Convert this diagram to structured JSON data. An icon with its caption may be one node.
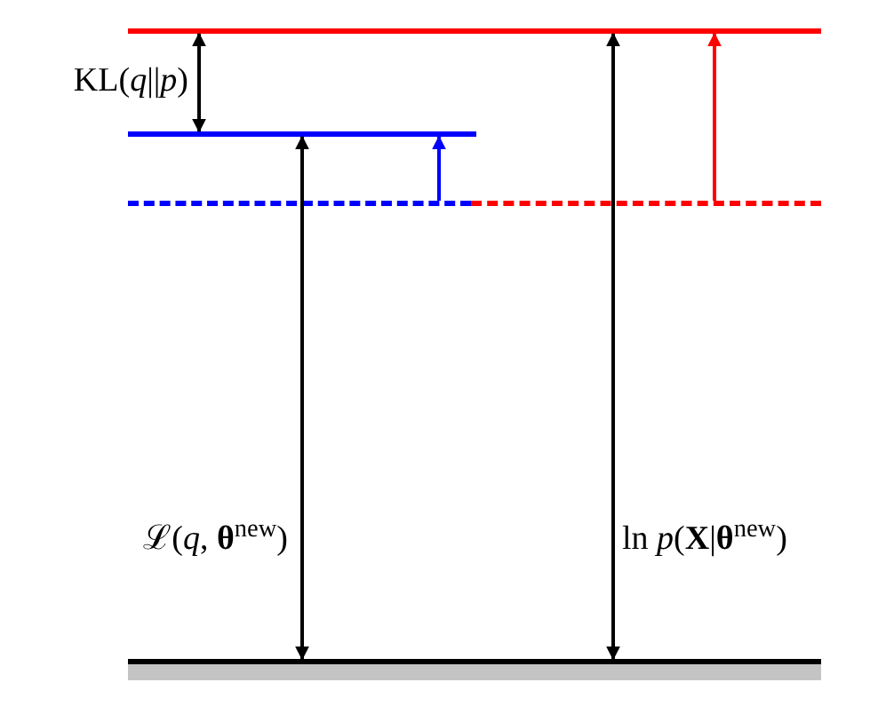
{
  "diagram": {
    "nodes": [
      {
        "text": [],
        "shape": "line"
      },
      {
        "text": [],
        "shape": "line"
      },
      {
        "text": [],
        "shape": "line"
      },
      {
        "text": [],
        "shape": "line"
      },
      {
        "text": [],
        "shape": "bar"
      }
    ],
    "edges": [
      {
        "from": 1,
        "to": 0,
        "arrow": "both",
        "label": "KL(*q*||*p*)"
      },
      {
        "from": 4,
        "to": 1,
        "arrow": "both",
        "label": "ℒ(*q*, **θ**$^{new}$)"
      },
      {
        "from": 4,
        "to": 0,
        "arrow": "both",
        "label": "ln *p*(**X**|**θ**$^{new}$)"
      },
      {
        "from": 2,
        "to": 1,
        "arrow": "to",
        "color": "#0000ff"
      },
      {
        "from": 3,
        "to": 0,
        "arrow": "to",
        "color": "#ff0000"
      }
    ]
  }
}
